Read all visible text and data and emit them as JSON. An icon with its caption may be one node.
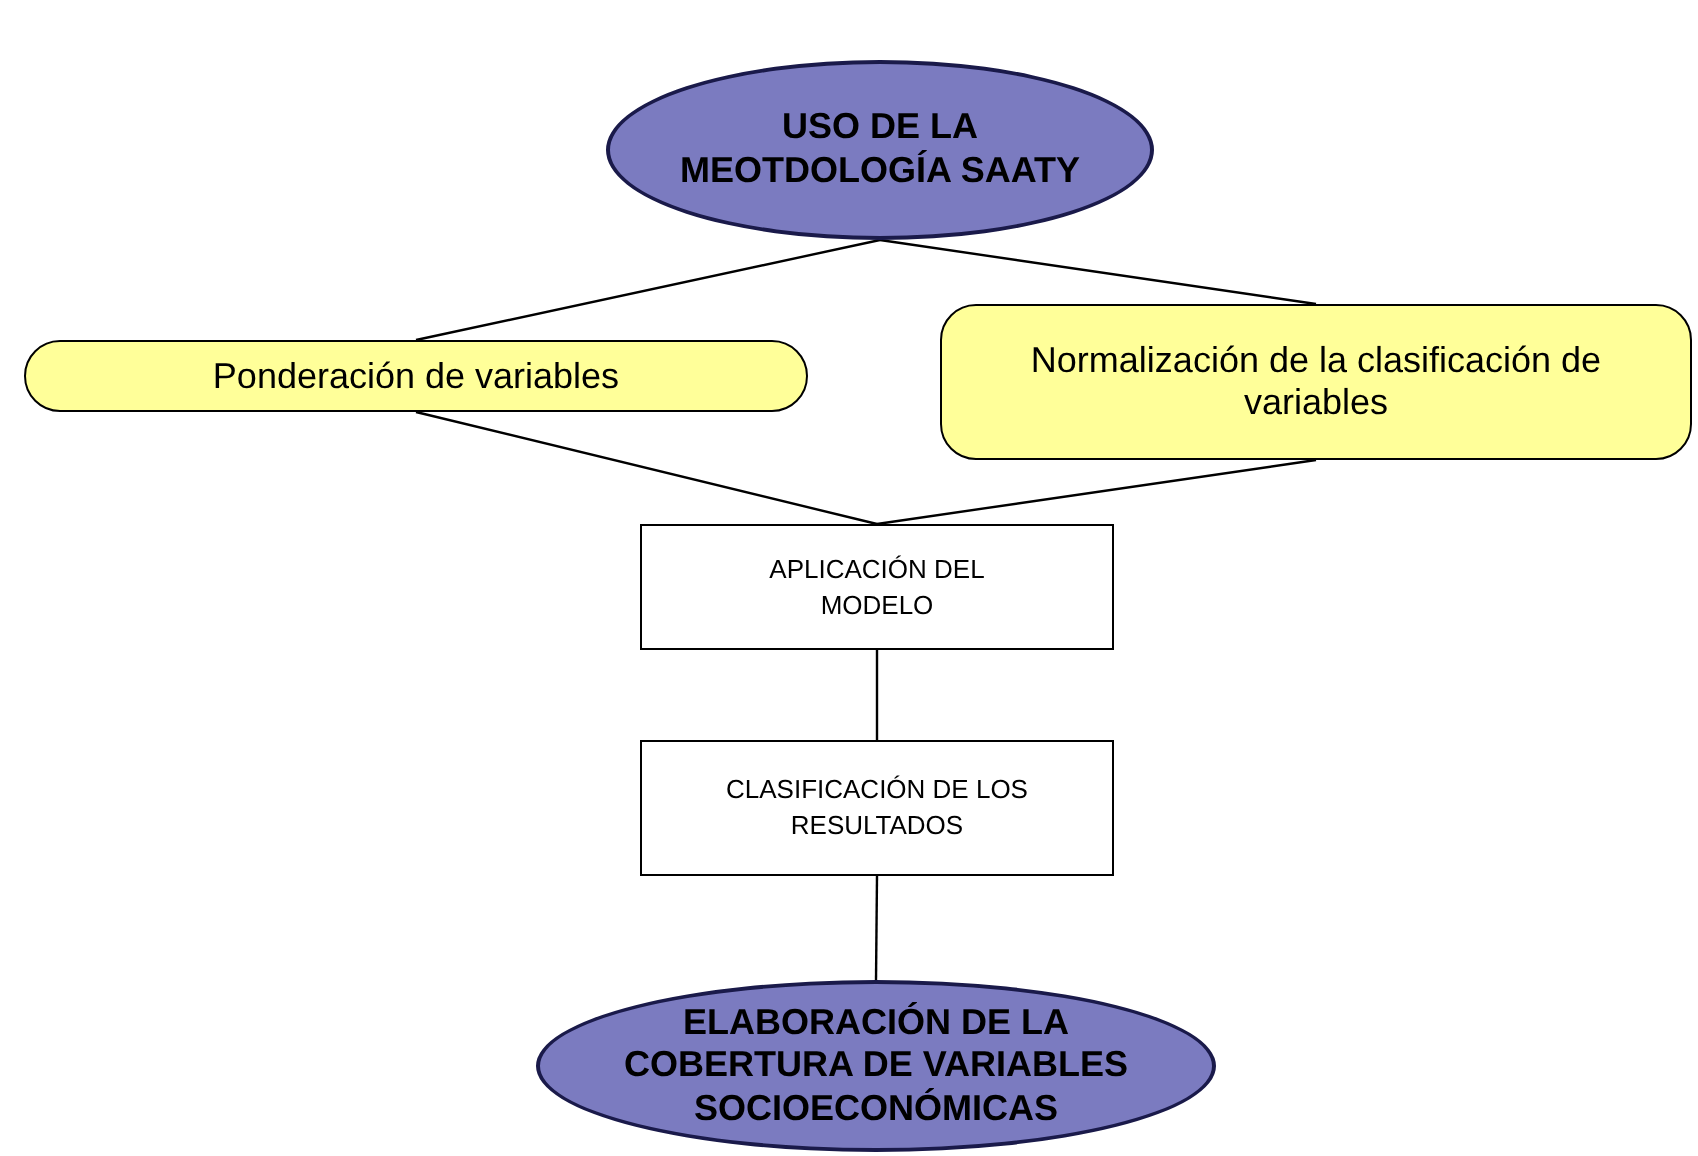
{
  "diagram": {
    "nodes": [
      {
        "text": [
          "USO DE LA MEOTDOLOGÍA SAATY"
        ]
      },
      {
        "text": [
          "Ponderación de variables"
        ]
      },
      {
        "text": [
          "Normalización de la clasificación de variables"
        ]
      },
      {
        "text": [
          "APLICACIÓN DEL MODELO"
        ]
      },
      {
        "text": [
          "CLASIFICACIÓN DE LOS RESULTADOS"
        ]
      },
      {
        "text": [
          "ELABORACIÓN DE LA COBERTURA DE VARIABLES SOCIOECONÓMICAS"
        ]
      }
    ],
    "edges": [
      {
        "from": 0,
        "to": 1,
        "arrow": "none"
      },
      {
        "from": 0,
        "to": 2,
        "arrow": "none"
      },
      {
        "from": 1,
        "to": 3,
        "arrow": "none"
      },
      {
        "from": 2,
        "to": 3,
        "arrow": "none"
      },
      {
        "from": 3,
        "to": 4,
        "arrow": "none"
      },
      {
        "from": 4,
        "to": 5,
        "arrow": "none"
      }
    ]
  }
}
